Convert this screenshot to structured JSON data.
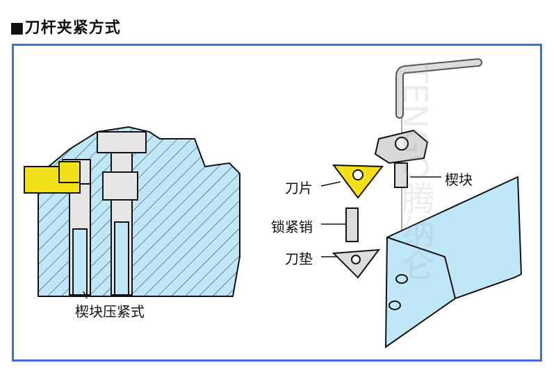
{
  "title": "■刀杆夹紧方式",
  "left_diagram": {
    "caption": "楔块压紧式"
  },
  "right_diagram": {
    "labels": {
      "insert": "刀片",
      "locking_pin": "锁紧销",
      "shim": "刀垫",
      "wedge": "楔块"
    }
  },
  "watermark": "TENGO腾纳仑",
  "colors": {
    "frame": "#3f6fd8",
    "body": "#bfe7f7",
    "insert": "#f3e01a"
  }
}
